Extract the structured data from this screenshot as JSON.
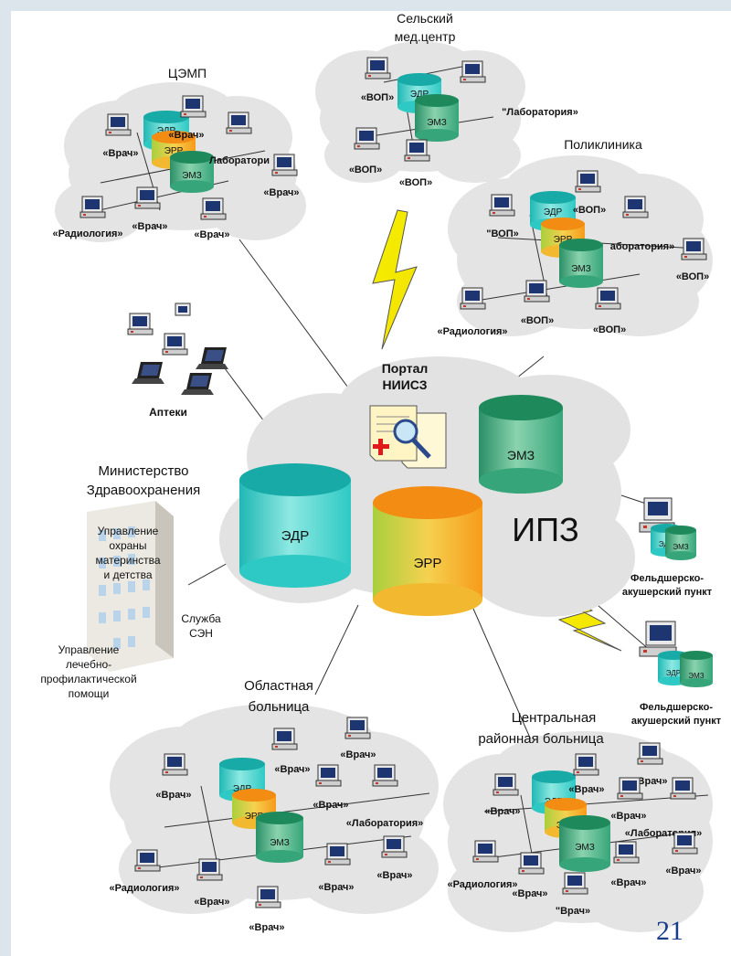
{
  "colors": {
    "cyan": "#2ec9c4",
    "orange": "#f79b1a",
    "green": "#36a57a",
    "cloud": "#e4e4e4",
    "frame": "#dde5ec"
  },
  "clusters": {
    "cemp": {
      "title": "ЦЭМП",
      "dbs": [
        "ЭДР",
        "ЭРР",
        "ЭМЗ"
      ],
      "pcs": [
        "«Врач»",
        "«Врач»",
        "Лаборатори",
        "«Врач»",
        "«Радиология»",
        "«Врач»",
        "«Врач»"
      ]
    },
    "rural": {
      "title_line1": "Сельский",
      "title_line2": "мед.центр",
      "dbs": [
        "ЭДР",
        "ЭМЗ"
      ],
      "pcs": [
        "«ВОП»",
        "\"Лаборатория»",
        "«ВОП»",
        "«ВОП»"
      ]
    },
    "clinic": {
      "title": "Поликлиника",
      "dbs": [
        "ЭДР",
        "ЭРР",
        "ЭМЗ"
      ],
      "pcs": [
        "«ВОП»",
        "\"ВОП»",
        "аборатория»",
        "«ВОП»",
        "«Радиология»",
        "«ВОП»",
        "«ВОП»"
      ]
    },
    "regional": {
      "title_line1": "Областная",
      "title_line2": "больница",
      "dbs": [
        "ЭДР",
        "ЭРР",
        "ЭМЗ"
      ],
      "pcs": [
        "«Врач»",
        "«Врач»",
        "«Врач»",
        "«Врач»",
        "«Лаборатория»",
        "«Радиология»",
        "«Врач»",
        "«Врач»",
        "«Врач»"
      ]
    },
    "crb": {
      "title_line1": "Центральная",
      "title_line2": "районная больница",
      "dbs": [
        "ЭДР",
        "ЭРР",
        "ЭМЗ"
      ],
      "pcs": [
        "«Врач»",
        "«Врач»",
        "«Врач»",
        "«Врач»",
        "«Лаборатория»",
        "«Радиология»",
        "«Врач»",
        "«Врач»",
        "«Врач»",
        "\"Врач»"
      ]
    }
  },
  "portal": {
    "line1": "Портал",
    "line2": "НИИСЗ"
  },
  "pharmacies": {
    "label": "Аптеки"
  },
  "ministry": {
    "line1": "Министерство",
    "line2": "Здравоохранения",
    "mch": [
      "Управление",
      "охраны",
      "материнства",
      "и детства"
    ],
    "sen": [
      "Служба",
      "СЭН"
    ],
    "lpp": [
      "Управление",
      "лечебно-",
      "профилактической",
      "помощи"
    ]
  },
  "center": {
    "edr": "ЭДР",
    "err": "ЭРР",
    "emz": "ЭМЗ",
    "ipz": "ИПЗ"
  },
  "fap": {
    "label1": "Фельдшерско-",
    "label2": "акушерский пункт",
    "db1": "ЭДР",
    "db2": "ЭМЗ"
  },
  "page_number": "21"
}
